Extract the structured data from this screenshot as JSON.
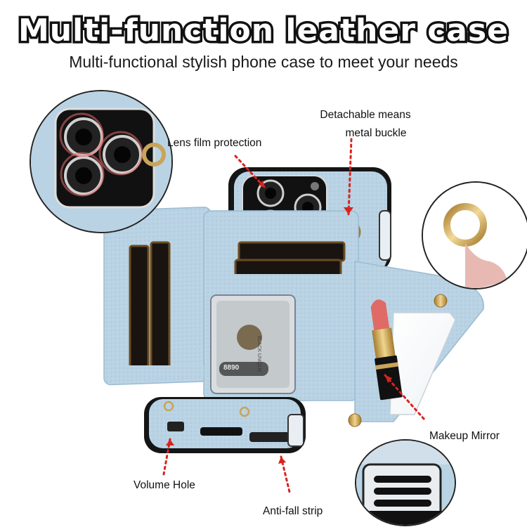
{
  "header": {
    "title": "Multi-function leather case",
    "subtitle": "Multi-functional stylish phone case to meet your needs"
  },
  "callouts": {
    "lens": "Lens film protection",
    "buckle_line1": "Detachable means",
    "buckle_line2": "metal buckle",
    "mirror": "Makeup Mirror",
    "volume": "Volume Hole",
    "strip": "Anti-fall strip"
  },
  "card_text": {
    "brand": "BLACK UNIQUE",
    "number": "8890"
  },
  "colors": {
    "leather": "#b9d3e4",
    "leather_dark": "#9bbcd2",
    "accent_red": "#d9231f",
    "metal_gold": "#d8b46a",
    "lipstick": "#e06a66"
  }
}
